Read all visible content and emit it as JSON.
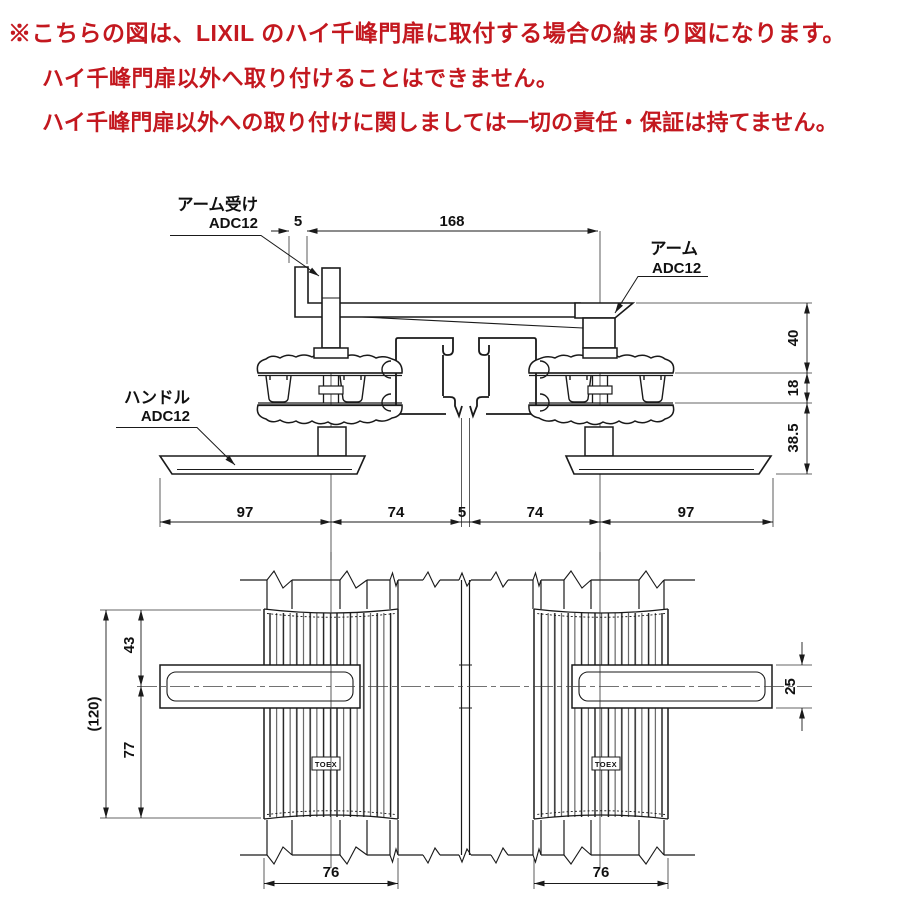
{
  "notice": {
    "line1": "※こちらの図は、LIXIL のハイ千峰門扉に取付する場合の納まり図になります。",
    "line2": "ハイ千峰門扉以外へ取り付けることはできません。",
    "line3": "ハイ千峰門扉以外への取り付けに関しましては一切の責任・保証は持てません。",
    "color": "#c3181f"
  },
  "side_view": {
    "labels": {
      "arm_receiver_name": "アーム受け",
      "arm_receiver_material": "ADC12",
      "arm_name": "アーム",
      "arm_material": "ADC12",
      "handle_name": "ハンドル",
      "handle_material": "ADC12"
    },
    "dims": {
      "bracket_offset": "5",
      "arm_length": "168",
      "arm_height": "40",
      "grip_thickness": "18",
      "handle_clearance": "38.5",
      "handle_left": "97",
      "left_span": "74",
      "center_gap": "5",
      "right_span": "74",
      "handle_right": "97"
    }
  },
  "front_view": {
    "dims": {
      "overall_height": "(120)",
      "above_center": "43",
      "below_center": "77",
      "bar_height": "25",
      "grip_width_left": "76",
      "grip_width_right": "76"
    },
    "logo": "TOEX"
  },
  "colors": {
    "line": "#1a1a1a",
    "notice_red": "#c3181f"
  }
}
